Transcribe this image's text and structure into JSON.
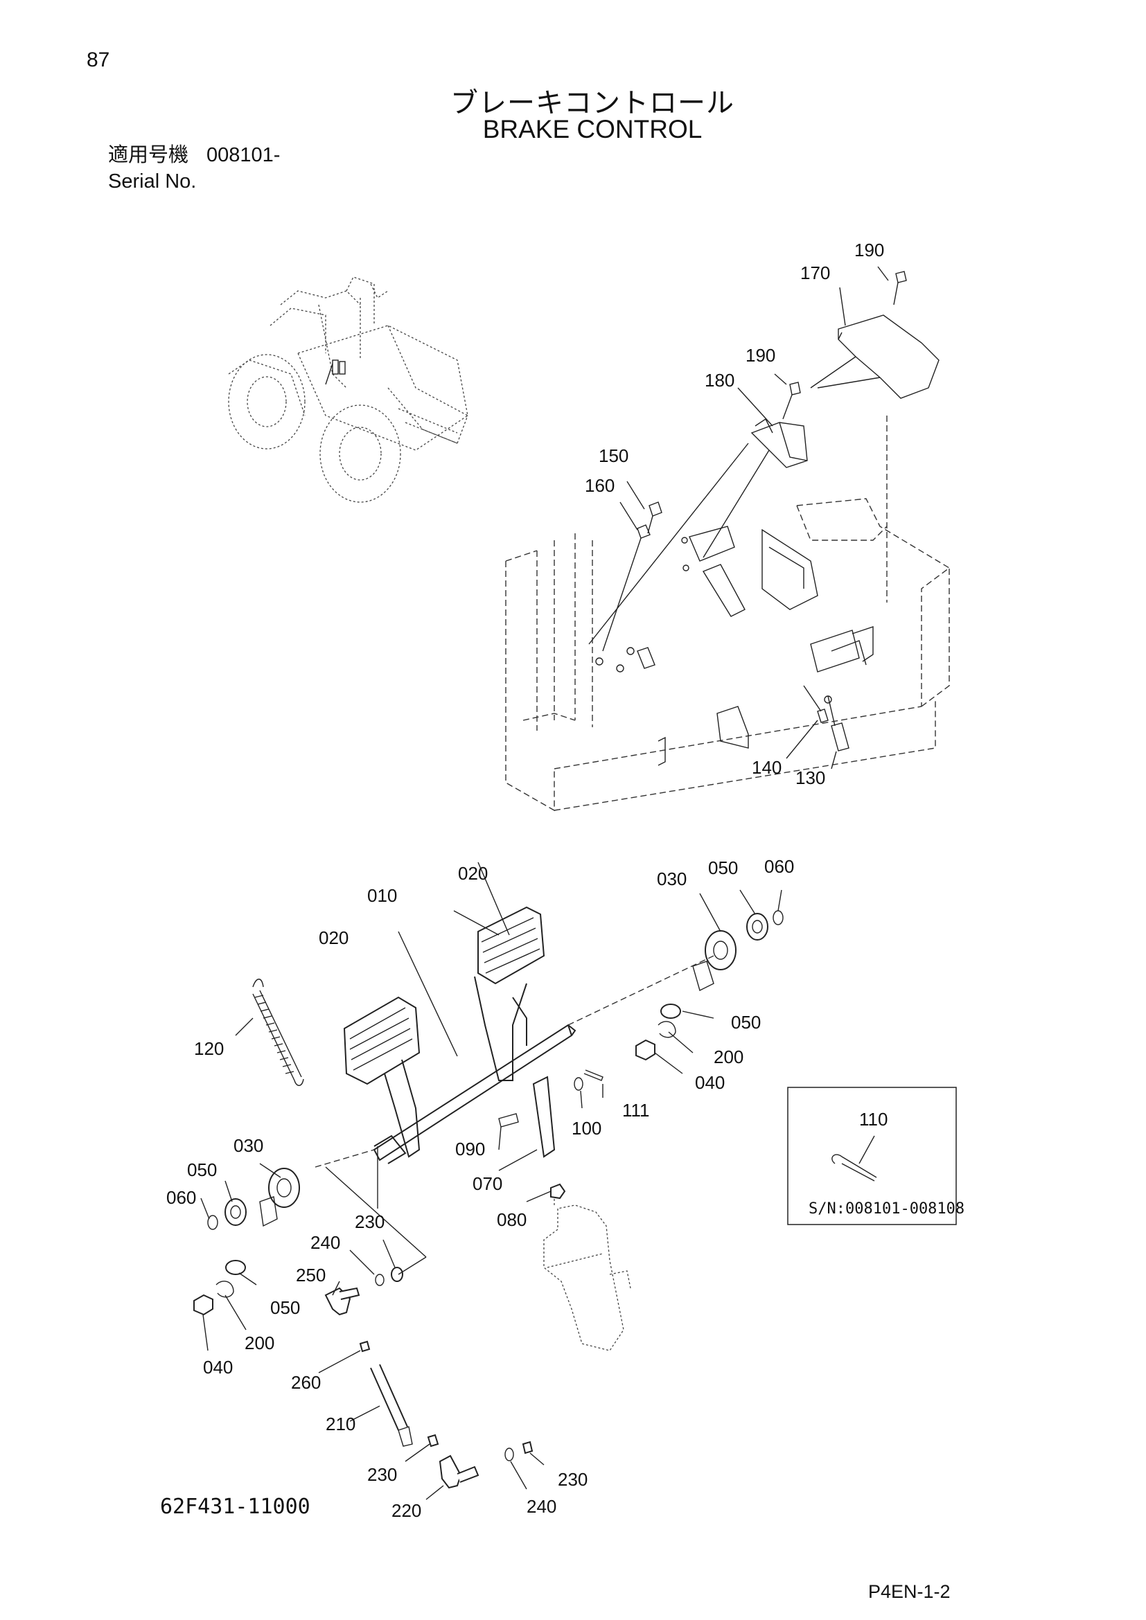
{
  "page_number": "87",
  "title_ja": "ブレーキコントロール",
  "title_en": "BRAKE CONTROL",
  "serial": {
    "label_ja": "適用号機",
    "value": "008101-",
    "label_en": "Serial No."
  },
  "doc_code": "62F431-11000",
  "page_ref": "P4EN-1-2",
  "callouts": {
    "c190a": "190",
    "c170": "170",
    "c190b": "190",
    "c180": "180",
    "c150": "150",
    "c160": "160",
    "c140": "140",
    "c130": "130",
    "c020a": "020",
    "c010": "010",
    "c020b": "020",
    "c030a": "030",
    "c050a": "050",
    "c060a": "060",
    "c050b": "050",
    "c200a": "200",
    "c040a": "040",
    "c111": "111",
    "c100": "100",
    "c090": "090",
    "c070": "070",
    "c120": "120",
    "c030b": "030",
    "c050c": "050",
    "c060b": "060",
    "c080": "080",
    "c230a": "230",
    "c240a": "240",
    "c250": "250",
    "c050d": "050",
    "c200b": "200",
    "c040b": "040",
    "c260": "260",
    "c210": "210",
    "c230b": "230",
    "c230c": "230",
    "c220": "220",
    "c240b": "240"
  },
  "inset": {
    "part": "110",
    "serial_range": "S/N:008101-008108"
  }
}
